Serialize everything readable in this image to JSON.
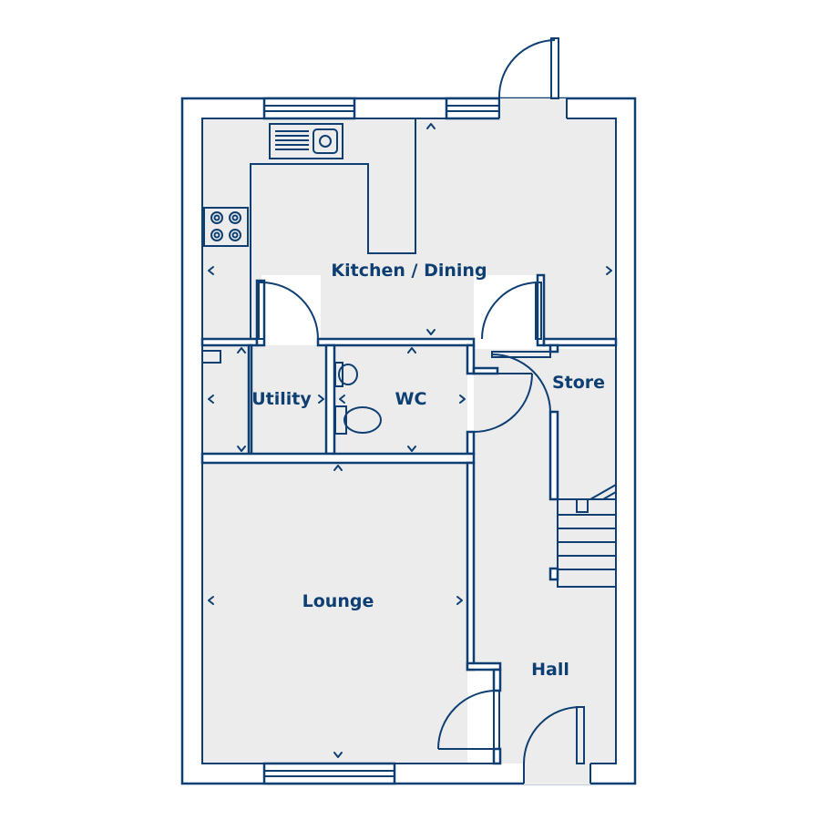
{
  "rooms": {
    "kitchen": "Kitchen / Dining",
    "utility": "Utility",
    "wc": "WC",
    "store": "Store",
    "lounge": "Lounge",
    "hall": "Hall"
  },
  "colors": {
    "line": "#0e3f73",
    "floor": "#ececec",
    "wall_fill": "#ffffff"
  }
}
